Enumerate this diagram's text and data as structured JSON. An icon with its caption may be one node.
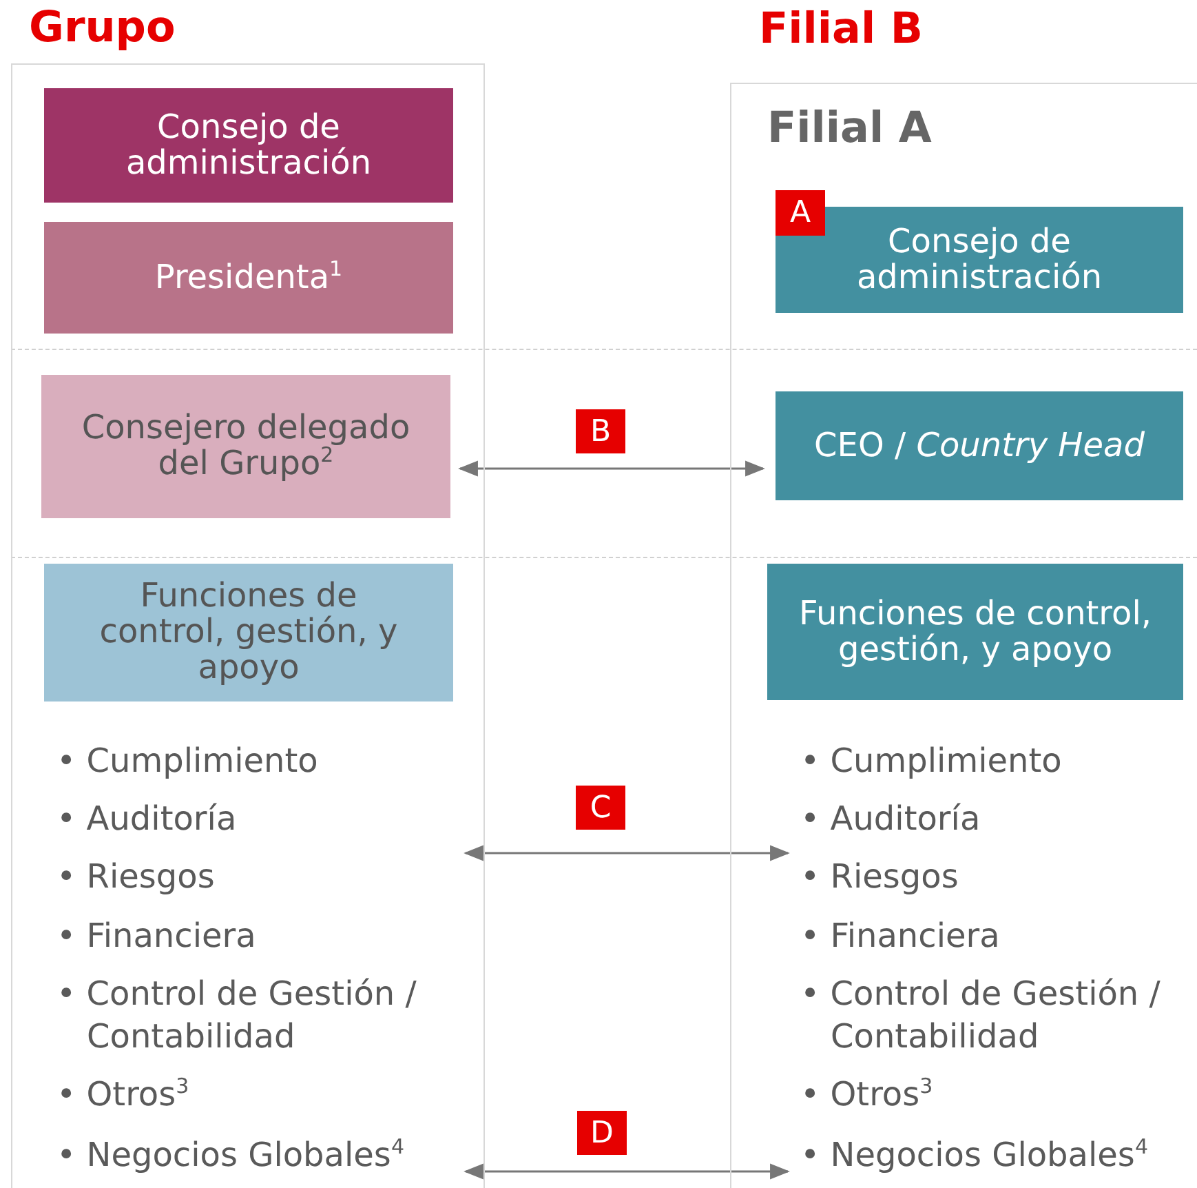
{
  "diagram": {
    "nodes": [
      {
        "text": [
          "Grupo"
        ]
      },
      {
        "text": [
          "Consejo de administración"
        ],
        "in": 0
      },
      {
        "text": [
          "Presidenta$^{1}$"
        ],
        "in": 0
      },
      {
        "text": [
          "Consejero delegado del Grupo$^{2}$"
        ],
        "in": 0
      },
      {
        "text": [
          "Funciones de control, gestión, y apoyo"
        ],
        "in": 0
      },
      {
        "text": [
          "• Cumplimiento",
          "• Auditoría",
          "• Riesgos",
          "• Financiera",
          "• Control de Gestión / Contabilidad",
          "• Otros$^{3}$"
        ],
        "in": 0
      },
      {
        "text": [
          "• Negocios Globales$^{4}$"
        ],
        "in": 0
      },
      {
        "text": [
          "Filial B",
          "Filial A"
        ]
      },
      {
        "text": [
          "A"
        ],
        "in": 7
      },
      {
        "text": [
          "Consejo de administración"
        ],
        "in": 7
      },
      {
        "text": [
          "CEO / *Country Head*"
        ],
        "in": 7
      },
      {
        "text": [
          "Funciones de control, gestión, y apoyo"
        ],
        "in": 7
      },
      {
        "text": [
          "• Cumplimiento",
          "• Auditoría",
          "• Riesgos",
          "• Financiera",
          "• Control de Gestión / Contabilidad",
          "• Otros$^{3}$"
        ],
        "in": 7
      },
      {
        "text": [
          "• Negocios Globales$^{4}$"
        ],
        "in": 7
      },
      {
        "text": [
          "B"
        ]
      },
      {
        "text": [
          "C"
        ]
      },
      {
        "text": [
          "D"
        ]
      }
    ],
    "edges": [
      {
        "from": 3,
        "to": 10,
        "arrow": "both"
      },
      {
        "from": 5,
        "to": 12,
        "arrow": "both"
      },
      {
        "from": 6,
        "to": 13,
        "arrow": "both"
      }
    ]
  }
}
